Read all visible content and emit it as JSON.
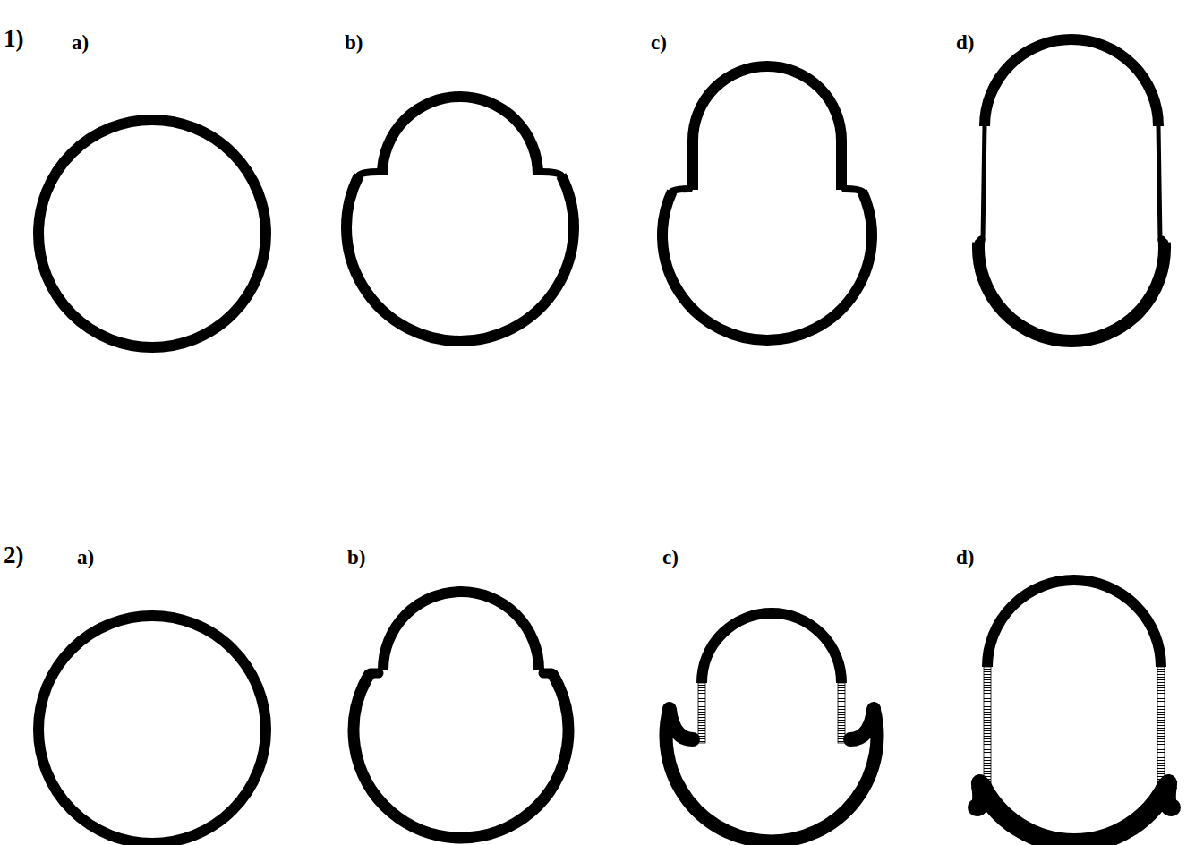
{
  "diagram": {
    "labels": [
      "1)",
      "a)",
      "b)",
      "c)",
      "d)",
      "2)",
      "a)",
      "b)",
      "c)",
      "d)"
    ]
  }
}
